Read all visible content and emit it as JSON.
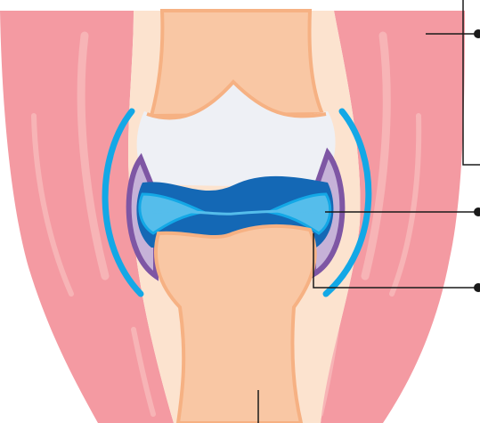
{
  "diagram": {
    "type": "anatomical-joint-cross-section",
    "labels": [],
    "parts": [
      {
        "id": "muscle",
        "color": "#F49AA2"
      },
      {
        "id": "muscle-highlight",
        "color": "#F7B4B6"
      },
      {
        "id": "joint-capsule",
        "color": "#FCE3CF"
      },
      {
        "id": "bone",
        "color": "#F9C7A4"
      },
      {
        "id": "bone-outline",
        "color": "#F6B183"
      },
      {
        "id": "articular-cartilage",
        "color": "#EEF0F5"
      },
      {
        "id": "synovial-membrane",
        "color": "#7E56A4"
      },
      {
        "id": "synovial-fill",
        "color": "#C6B2D8"
      },
      {
        "id": "ligament",
        "color": "#13A8E6"
      },
      {
        "id": "synovial-fluid",
        "color": "#1468B5"
      },
      {
        "id": "meniscus",
        "color": "#55BDEB"
      }
    ],
    "leader_markers": [
      "dot",
      "dot",
      "dot",
      "none"
    ]
  }
}
